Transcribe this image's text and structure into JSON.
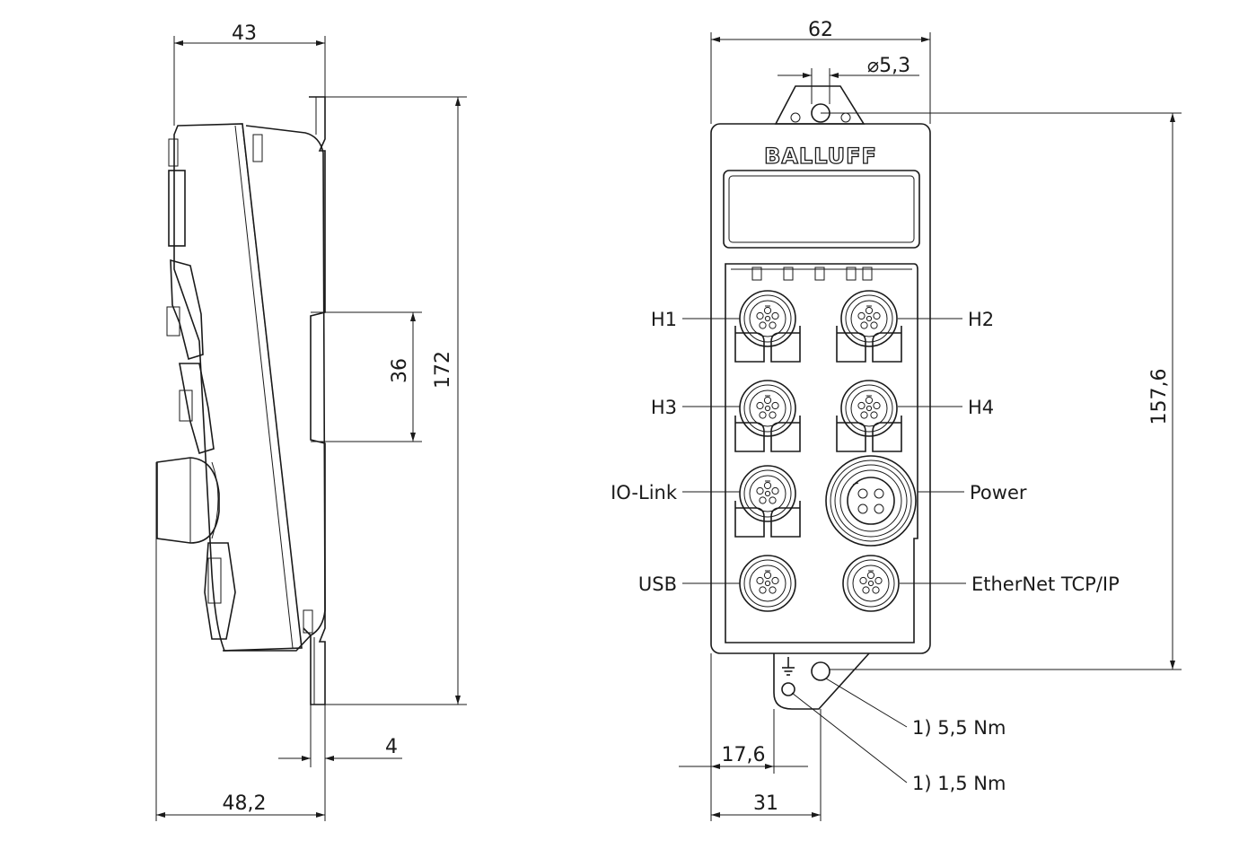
{
  "dimensions": {
    "side_width_top": "43",
    "side_height_total": "172",
    "side_rail_height": "36",
    "side_mount_thickness": "4",
    "side_width_bottom": "48,2",
    "front_width": "62",
    "front_hole_diameter": "⌀5,3",
    "front_hole_pitch": "157,6",
    "front_ground_offset": "17,6",
    "front_screw_offset": "31"
  },
  "brand": "BALLUFF",
  "ports": {
    "h1": "H1",
    "h2": "H2",
    "h3": "H3",
    "h4": "H4",
    "io_link": "IO-Link",
    "power": "Power",
    "usb": "USB",
    "ethernet": "EtherNet TCP/IP"
  },
  "torques": {
    "screw": "1)  5,5 Nm",
    "ground": "1)  1,5 Nm"
  },
  "icons": {
    "ground_symbol": "ground-icon"
  }
}
